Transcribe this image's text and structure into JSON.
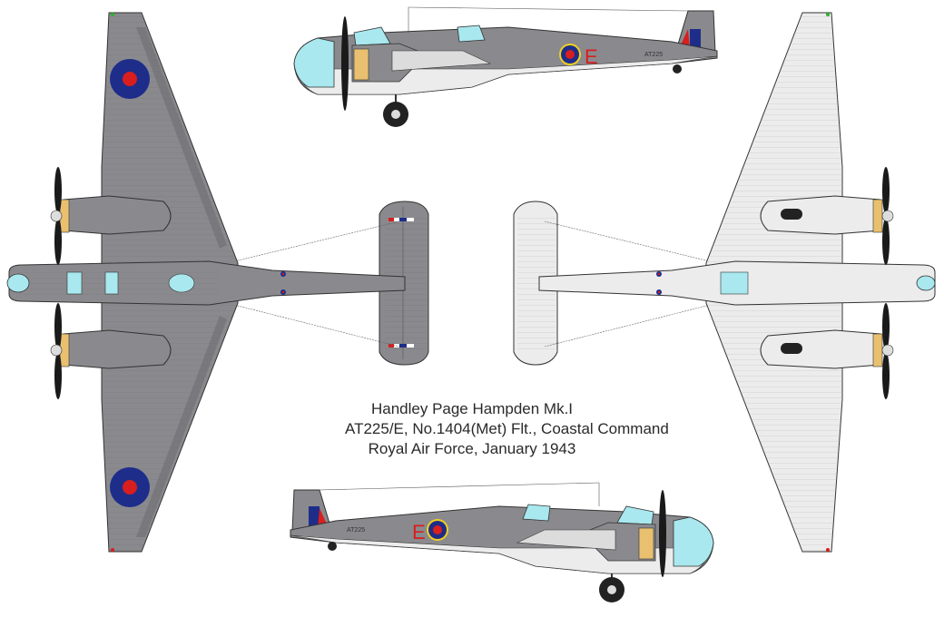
{
  "colors": {
    "camouflage_grey": "#8a8a8e",
    "underside_white": "#ececec",
    "outline": "#333333",
    "canopy_cyan": "#a8e8ee",
    "roundel_blue": "#1e2d8a",
    "roundel_red": "#d81e1e",
    "roundel_yellow": "#f0d01e",
    "propeller_hub": "#e8c070",
    "code_letter_red": "#d81e1e"
  },
  "caption": {
    "line1": "Handley Page Hampden Mk.I",
    "line2": "AT225/E, No.1404(Met) Flt., Coastal Command",
    "line3": "Royal Air Force, January 1943"
  },
  "markings": {
    "serial": "AT225",
    "code_letter": "E"
  },
  "views": [
    "top-view",
    "bottom-view",
    "left-side-view",
    "right-side-view"
  ]
}
